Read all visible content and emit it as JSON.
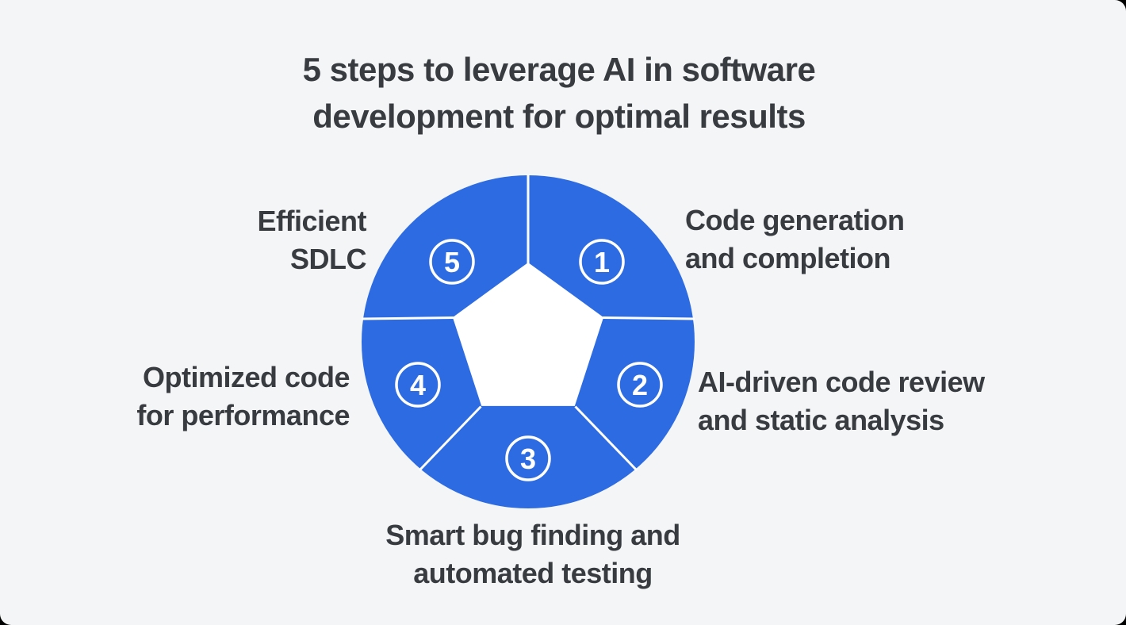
{
  "colors": {
    "outer_background": "#000000",
    "canvas_background": "#f4f5f6",
    "accent_blue": "#2d6be3",
    "pentagon_fill": "#ffffff",
    "text": "#383b40",
    "badge_stroke": "#ffffff"
  },
  "title": {
    "line1": "5 steps to leverage AI in software",
    "line2": "development for optimal results"
  },
  "diagram": {
    "type": "pentagon-cycle",
    "segments": 5
  },
  "steps": [
    {
      "number": "1",
      "position": "top-right",
      "label": "Code generation and completion",
      "line1": "Code generation",
      "line2": "and completion"
    },
    {
      "number": "2",
      "position": "right",
      "label": "AI-driven code review and static analysis",
      "line1": "AI-driven code review",
      "line2": "and static analysis"
    },
    {
      "number": "3",
      "position": "bottom",
      "label": "Smart bug finding and automated testing",
      "line1": "Smart bug finding and",
      "line2": "automated testing"
    },
    {
      "number": "4",
      "position": "left",
      "label": "Optimized code for performance",
      "line1": "Optimized code",
      "line2": "for performance"
    },
    {
      "number": "5",
      "position": "top-left",
      "label": "Efficient SDLC",
      "line1": "Efficient",
      "line2": "SDLC"
    }
  ]
}
